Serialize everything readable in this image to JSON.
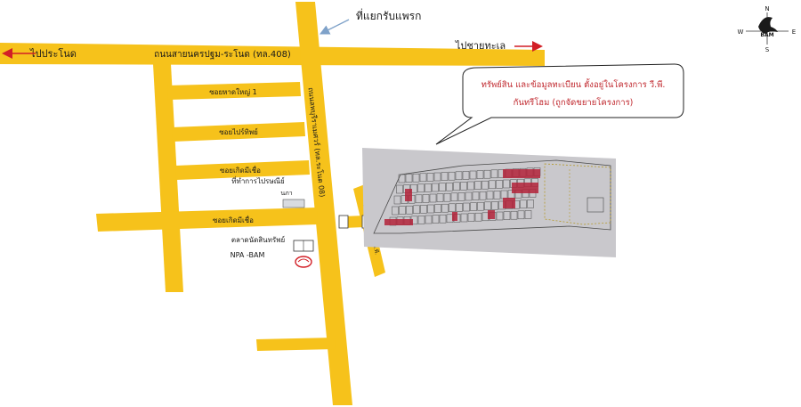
{
  "colors": {
    "road": "#f6c21b",
    "arrow_red": "#d21f26",
    "callout_text": "#c0282e",
    "plot_bg": "#c9c8cc",
    "plot_lines": "#4a4a4a",
    "plot_red": "#b3233a",
    "junction_arrow": "#7fa2c9"
  },
  "labels": {
    "junction": "ที่แยกรับแพรก",
    "highway": "ถนนสายนครปฐม-ระโนด (ทล.408)",
    "to_left": "ไปประโนด",
    "to_right": "ไปชายทะเล",
    "soi1": "ซอยหาดใหญ่ 1",
    "soi2": "ซอยไปร์ทิพย์",
    "soi3": "ซอยเกิดมีเชื่อ",
    "soi4": "ซอยเกิดมีเชื่อ",
    "vertical_road": "ถนนลพบุรีราเมศวร์ (ทล.ระโนด 08)",
    "connector_road": "ถนนเข้าโครงการ วี.พี.",
    "landmark1": "ที่ทำการไปรษณีย์",
    "landmark1_sub": "นภา",
    "landmark2": "ตลาดนัดสินทรัพย์",
    "landmark2_sub": "NPA -BAM",
    "callout_line1": "ทรัพย์สิน และข้อมูลทะเบียน ตั้งอยู่ในโครงการ วี.พี.",
    "callout_line2": "กันทรีโฮม  (ถูกจัดขยายโครงการ)",
    "compass_n": "N",
    "compass_s": "S",
    "compass_e": "E",
    "compass_w": "W",
    "compass_brand": "BAM"
  }
}
